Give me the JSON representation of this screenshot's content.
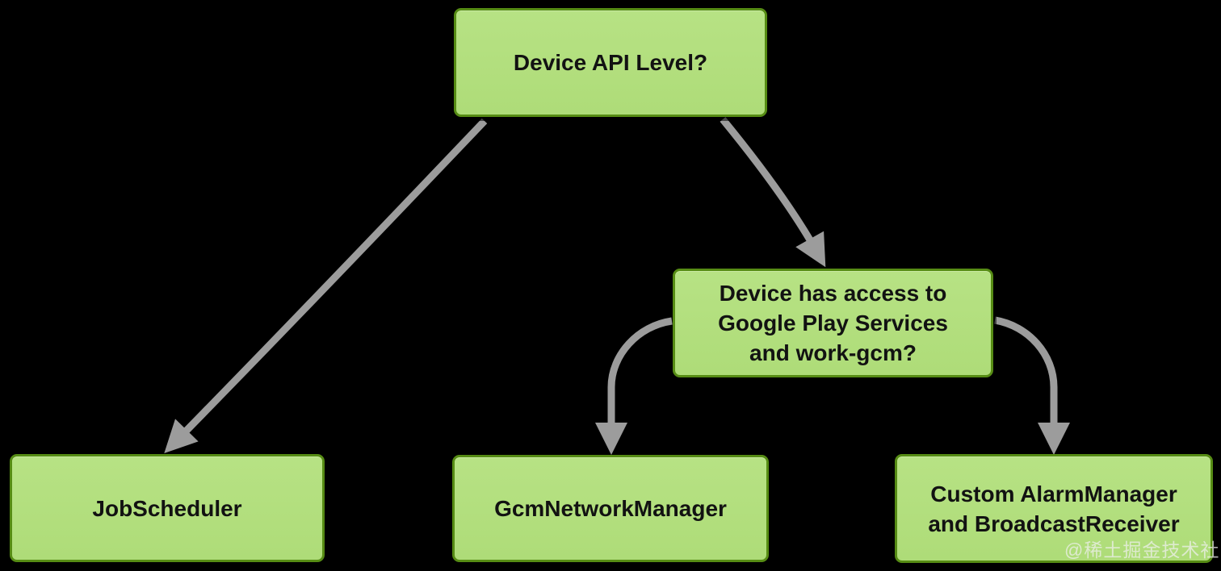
{
  "colors": {
    "background": "#000000",
    "node_fill": "#b2df7e",
    "node_border": "#568c14",
    "arrow": "#9c9c9c",
    "node_text": "#121212",
    "watermark_text": "#f0f0f0"
  },
  "nodes": {
    "device_api": {
      "label": "Device API Level?"
    },
    "play_services": {
      "line1": "Device has access to",
      "line2": "Google Play Services",
      "line3": "and work-gcm?"
    },
    "jobscheduler": {
      "label": "JobScheduler"
    },
    "gcm_network_manager": {
      "label": "GcmNetworkManager"
    },
    "custom_alarm": {
      "line1": "Custom AlarmManager",
      "line2": "and BroadcastReceiver"
    }
  },
  "edges": [
    {
      "from": "device_api",
      "to": "jobscheduler"
    },
    {
      "from": "device_api",
      "to": "play_services"
    },
    {
      "from": "play_services",
      "to": "gcm_network_manager"
    },
    {
      "from": "play_services",
      "to": "custom_alarm"
    }
  ],
  "watermark": {
    "text": "@稀土掘金技术社区"
  }
}
